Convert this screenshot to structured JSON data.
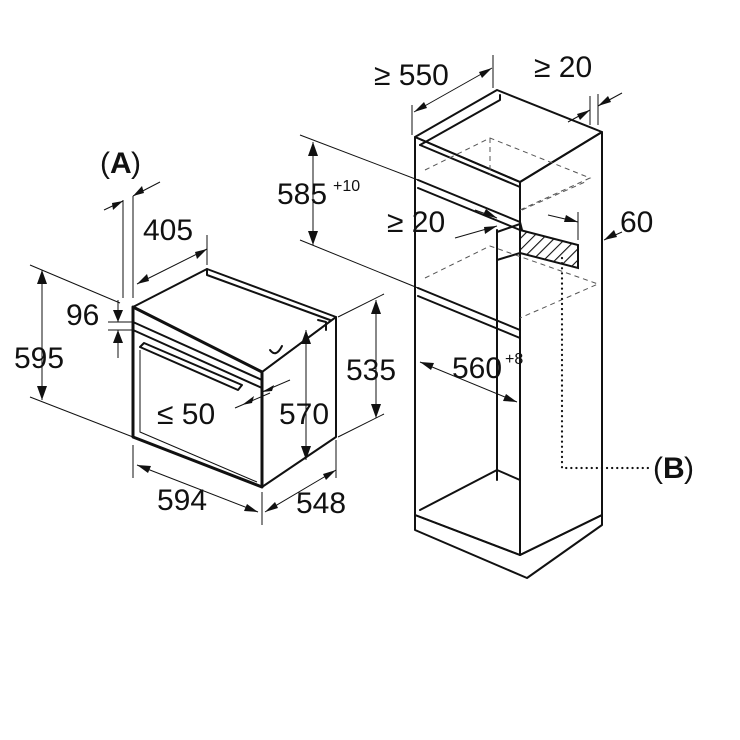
{
  "labels": {
    "a_open": "(",
    "a_letter": "A",
    "a_close": ")",
    "b_open": "(",
    "b_letter": "B",
    "b_close": ")"
  },
  "oven": {
    "depth_top": "405",
    "front_top": "96",
    "total_height": "595",
    "handle_depth": "≤ 50",
    "body_height_side": "535",
    "inner_height": "570",
    "width": "594",
    "depth": "548"
  },
  "cabinet": {
    "min_depth": "≥ 550",
    "min_gap_top": "≥ 20",
    "niche_height": "585",
    "niche_height_tolerance": "+10",
    "min_vent_gap": "≥ 20",
    "vent_depth": "60",
    "niche_width": "560",
    "niche_width_tolerance": "+8"
  }
}
